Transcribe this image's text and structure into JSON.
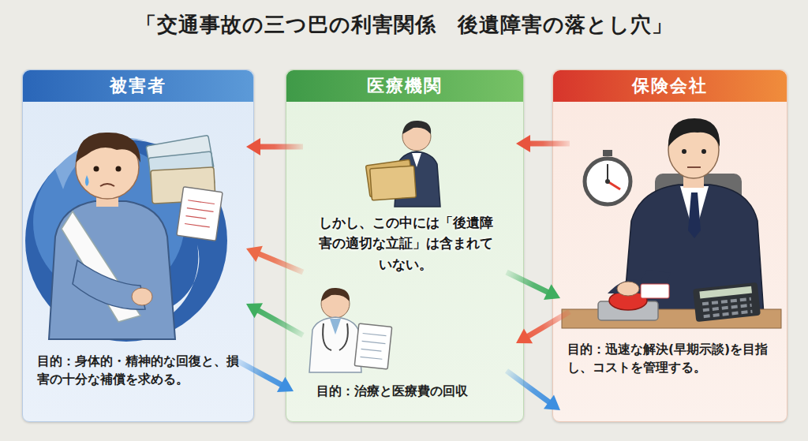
{
  "diagram": {
    "title": "「交通事故の三つ巴の利害関係　後遺障害の落とし穴」",
    "nodes": [
      {
        "text": [
          "被害者",
          "目的：身体的・精神的な回復と、損害の十分な補償を求める。"
        ]
      },
      {
        "text": [
          "医療機関",
          "しかし、この中には「後遺障害の適切な立証」は含まれていない。",
          "目的：治療と医療費の回収"
        ]
      },
      {
        "text": [
          "保険会社",
          "目的：迅速な解決(早期示談)を目指し、コストを管理する。"
        ]
      }
    ],
    "edges": [
      {
        "from": 2,
        "to": 1,
        "arrow": "to"
      },
      {
        "from": 1,
        "to": 0,
        "arrow": "to"
      },
      {
        "from": 1,
        "to": 0,
        "arrow": "to"
      },
      {
        "from": 1,
        "to": 2,
        "arrow": "to"
      },
      {
        "from": 1,
        "to": 0,
        "arrow": "to"
      },
      {
        "from": 2,
        "to": 1,
        "arrow": "to"
      },
      {
        "from": 0,
        "to": 1,
        "arrow": "to"
      },
      {
        "from": 1,
        "to": 2,
        "arrow": "to"
      }
    ]
  }
}
